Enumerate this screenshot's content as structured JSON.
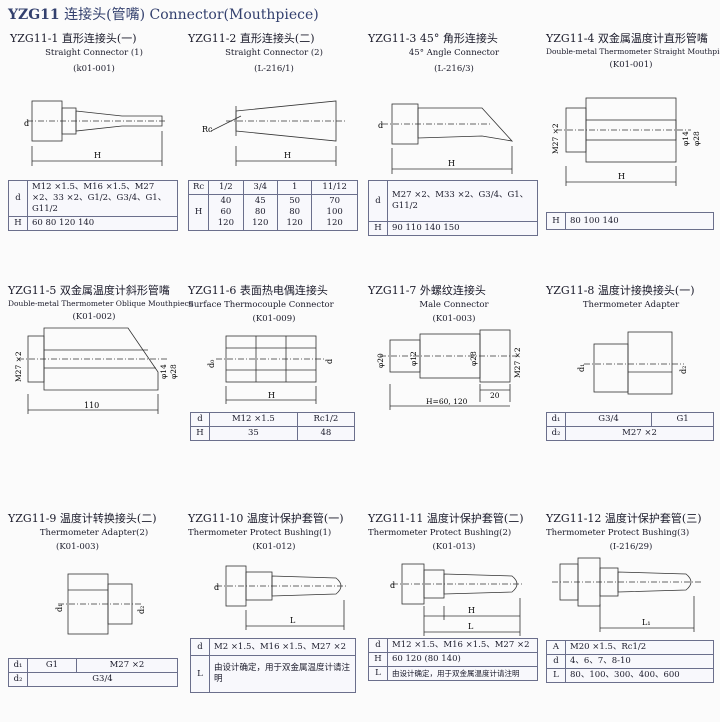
{
  "page_title": {
    "code": "YZG11",
    "zh": "连接头(管嘴)",
    "en": "Connector(Mouthpiece)"
  },
  "items": [
    {
      "code": "YZG11-1 直形连接头(一)",
      "en": "Straight Connector (1)",
      "ref": "(k01-001)",
      "dim": {
        "d": "d",
        "H": "H"
      },
      "rows": [
        {
          "k": "d",
          "v": "M12 ×1.5、M16 ×1.5、M27 ×2、33 ×2、G1/2、G3/4、G1、G11/2"
        },
        {
          "k": "H",
          "v": "60  80  120  140"
        }
      ]
    },
    {
      "code": "YZG11-2 直形连接头(二)",
      "en": "Straight Connector (2)",
      "ref": "(L-216/1)",
      "dim": {
        "Rc": "Rc",
        "H": "H"
      },
      "table": {
        "rc_label": "Rc",
        "h_label": "H",
        "rc": [
          "1/2",
          "3/4",
          "1",
          "11/12"
        ],
        "h": [
          [
            "40",
            "60",
            "120"
          ],
          [
            "45",
            "80",
            "120"
          ],
          [
            "50",
            "80",
            "120"
          ],
          [
            "70",
            "100",
            "120"
          ]
        ]
      }
    },
    {
      "code": "YZG11-3 45°  角形连接头",
      "en": "45°  Angle Connector",
      "ref": "(L-216/3)",
      "dim": {
        "d": "d",
        "H": "H"
      },
      "rows": [
        {
          "k": "d",
          "v": "M27 ×2、M33 ×2、G3/4、G1、G11/2"
        },
        {
          "k": "H",
          "v": "90  110  140  150"
        }
      ]
    },
    {
      "code": "YZG11-4 双金属温度计直形管嘴",
      "en": "Double-metal Thermometer Straight Mouthpiece",
      "ref": "(K01-001)",
      "dim": {
        "m": "M27 ×2",
        "a": "φ14",
        "b": "φ28",
        "H": "H"
      },
      "rows": [
        {
          "k": "H",
          "v": "80  100  140"
        }
      ]
    },
    {
      "code": "YZG11-5 双金属温度计斜形管嘴",
      "en": "Double-metal Thermometer Oblique Mouthpiece",
      "ref": "(K01-002)",
      "dim": {
        "m": "M27 ×2",
        "a": "φ14",
        "b": "φ28",
        "L": "110"
      }
    },
    {
      "code": "YZG11-6 表面热电偶连接头",
      "en": "Surface Thermocouple Connector",
      "ref": "(K01-009)",
      "dim": {
        "d": "d₀",
        "H": "H",
        "d2": "d"
      },
      "rows": [
        {
          "k": "d",
          "v": [
            "M12 ×1.5",
            "Rc1/2"
          ]
        },
        {
          "k": "H",
          "v": [
            "35",
            "48"
          ]
        }
      ]
    },
    {
      "code": "YZG11-7 外螺纹连接头",
      "en": "Male Connector",
      "ref": "(K01-003)",
      "dim": {
        "a": "φ20",
        "b": "φ12",
        "c": "φ28",
        "m": "M27 ×2",
        "s": "20",
        "H": "H=60, 120"
      }
    },
    {
      "code": "YZG11-8 温度计接换接头(一)",
      "en": "Thermometer Adapter",
      "ref": "",
      "dim": {
        "d1": "d₁",
        "d2": "d₂"
      },
      "rows": [
        {
          "k": "d₁",
          "v": [
            "G3/4",
            "G1"
          ]
        },
        {
          "k": "d₂",
          "v": [
            "M27 ×2"
          ]
        }
      ]
    },
    {
      "code": "YZG11-9 温度计转换接头(二)",
      "en": "Thermometer Adapter(2)",
      "ref": "(K01-003)",
      "dim": {
        "d1": "d₁",
        "d2": "d₂"
      },
      "rows": [
        {
          "k": "d₁",
          "v": [
            "G1",
            "M27 ×2"
          ]
        },
        {
          "k": "d₂",
          "v": [
            "G3/4"
          ]
        }
      ]
    },
    {
      "code": "YZG11-10 温度计保护套管(一)",
      "en": "Thermometer Protect Bushing(1)",
      "ref": "(K01-012)",
      "dim": {
        "d": "d",
        "L": "L"
      },
      "rows": [
        {
          "k": "d",
          "v": "M2 ×1.5、M16 ×1.5、M27 ×2"
        },
        {
          "k": "L",
          "v": "由设计确定，用于双金属温度计请注明"
        }
      ]
    },
    {
      "code": "YZG11-11 温度计保护套管(二)",
      "en": "Thermometer Protect Bushing(2)",
      "ref": "(K01-013)",
      "dim": {
        "d": "d",
        "H": "H",
        "L": "L"
      },
      "rows": [
        {
          "k": "d",
          "v": "M12 ×1.5、M16 ×1.5、M27 ×2"
        },
        {
          "k": "H",
          "v": "60 120 (80 140)"
        },
        {
          "k": "L",
          "v": "由设计确定，用于双金属温度计请注明"
        }
      ]
    },
    {
      "code": "YZG11-12 温度计保护套管(三)",
      "en": "Thermometer Protect Bushing(3)",
      "ref": "(I-216/29)",
      "dim": {
        "L1": "L₁"
      },
      "rows": [
        {
          "k": "A",
          "v": "M20 ×1.5、Rc1/2"
        },
        {
          "k": "d",
          "v": "4、6、7、8-10"
        },
        {
          "k": "L",
          "v": "80、100、300、400、600"
        }
      ]
    }
  ]
}
